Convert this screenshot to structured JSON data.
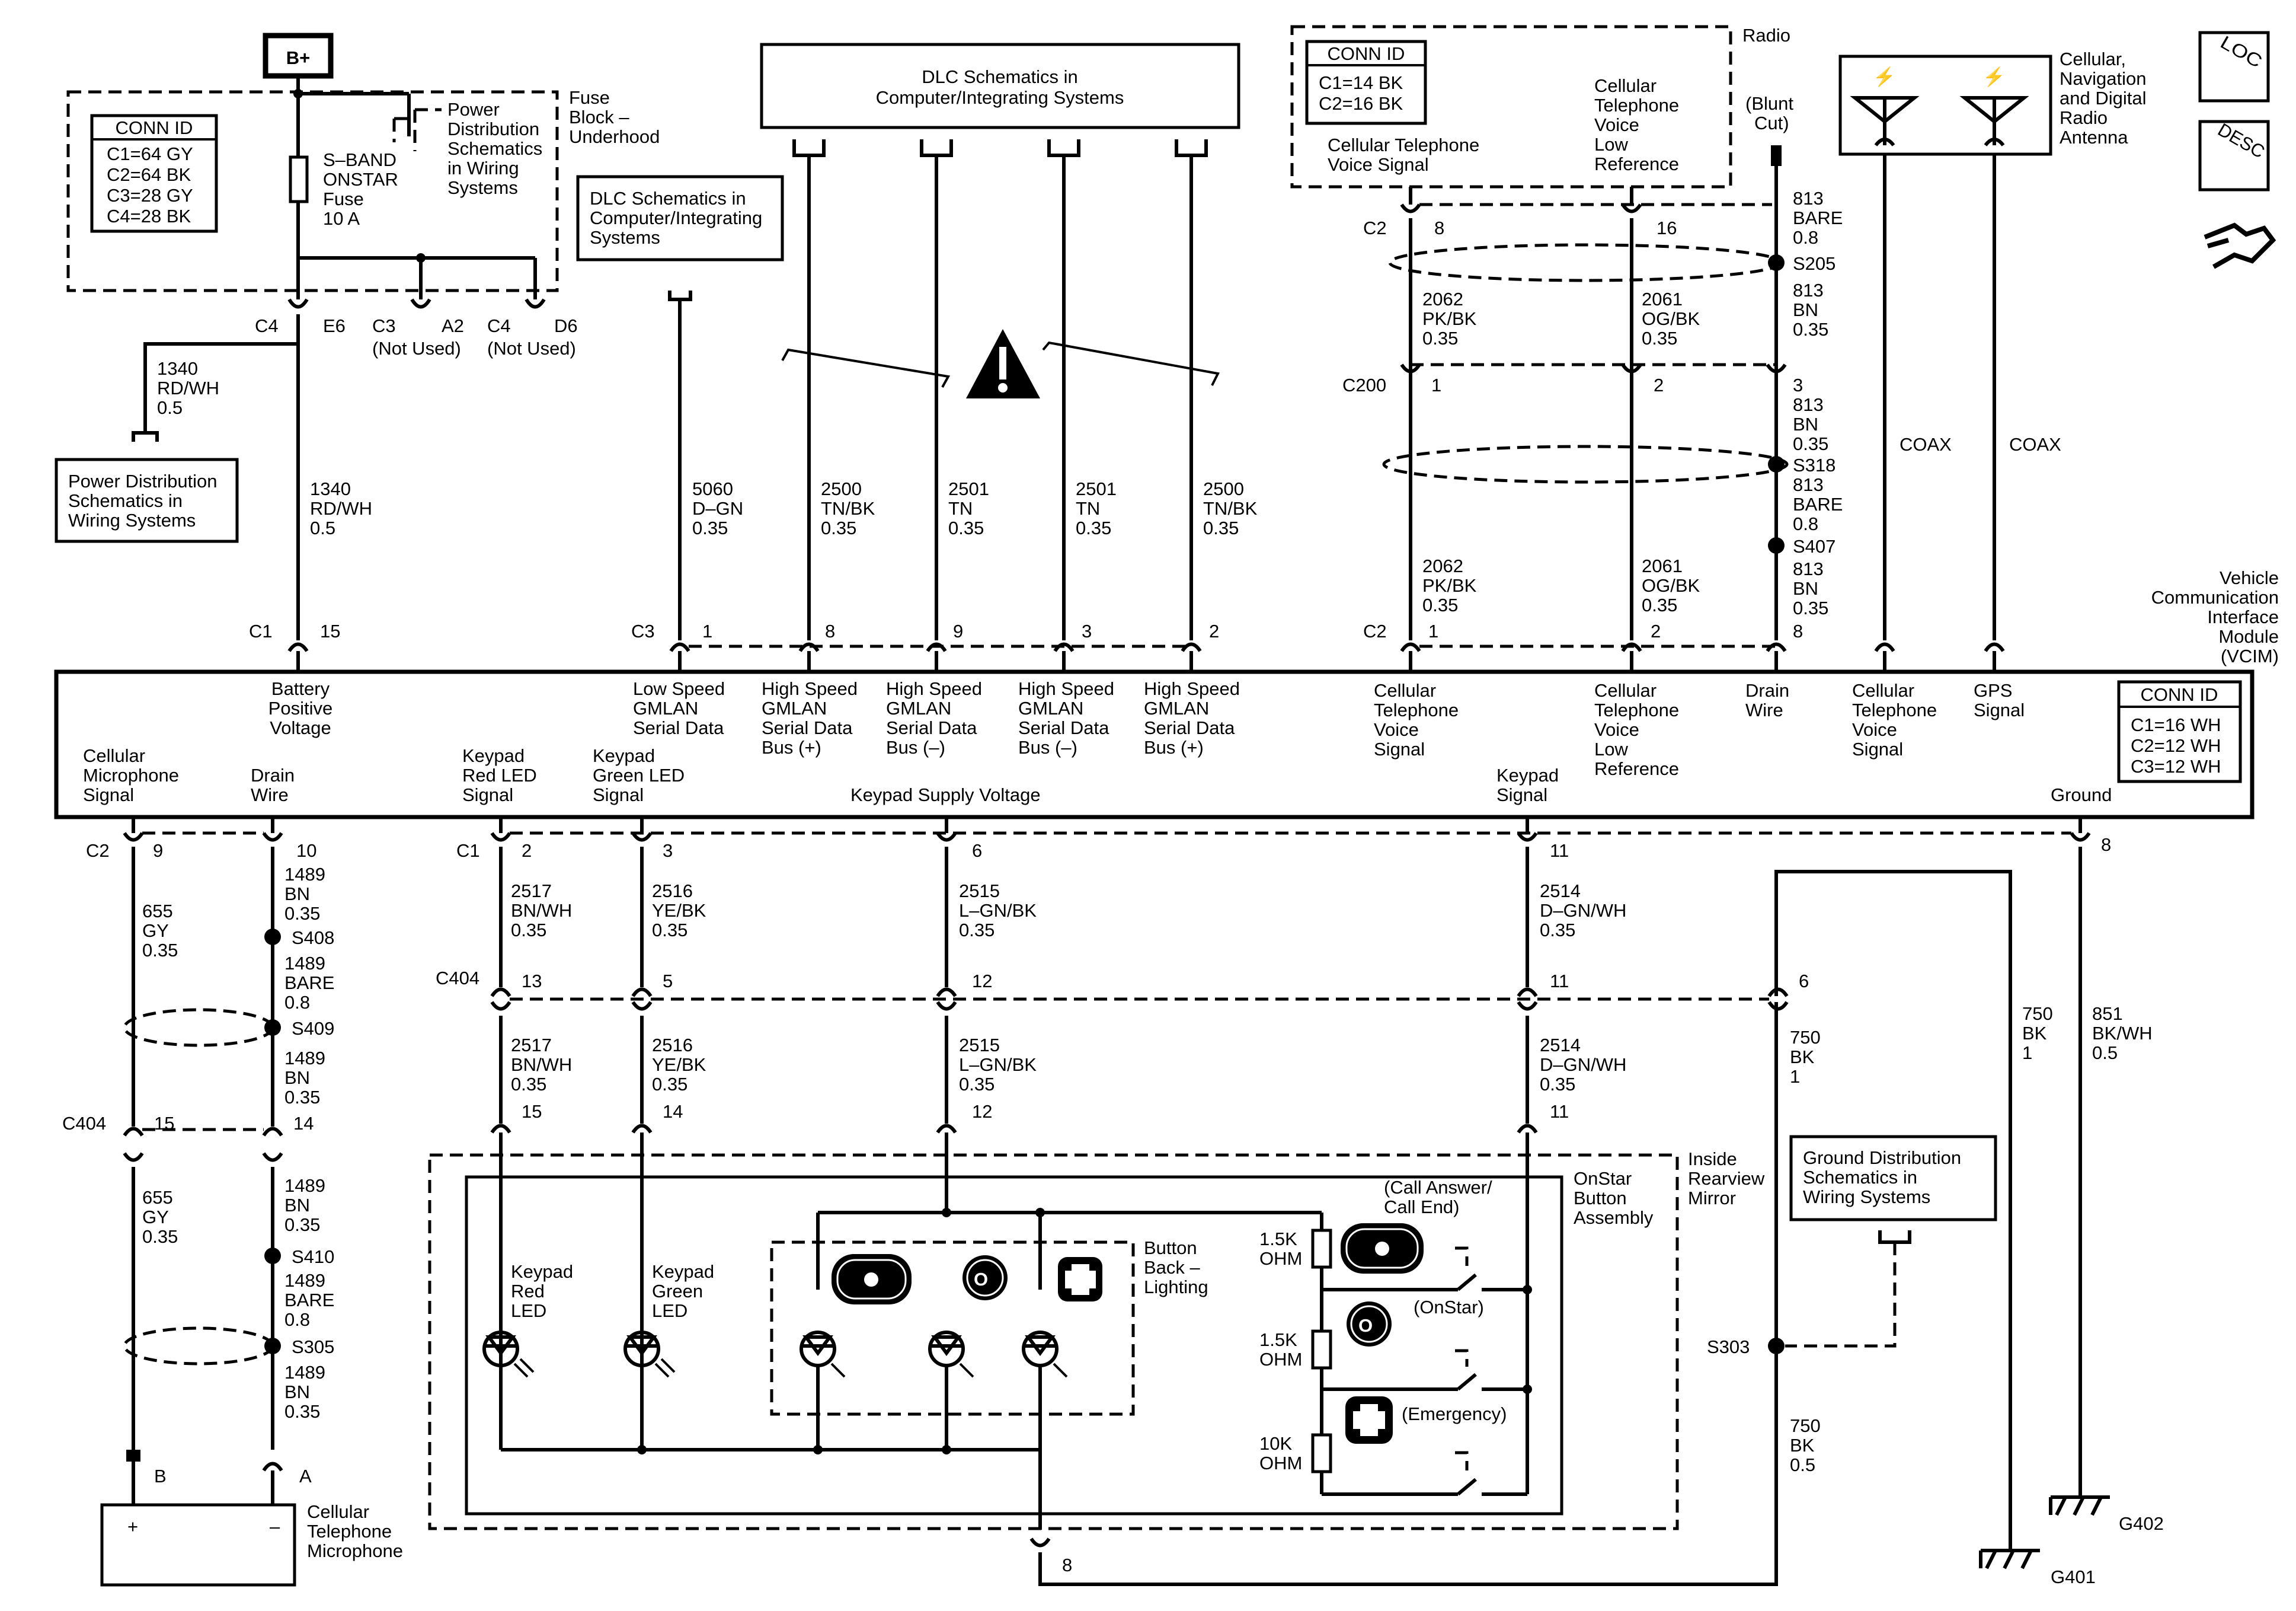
{
  "bplus": "B+",
  "fuse_block_conn": {
    "title": "CONN ID",
    "rows": [
      "C1=64 GY",
      "C2=64 BK",
      "C3=28 GY",
      "C4=28 BK"
    ]
  },
  "fuse": {
    "l1": "S–BAND",
    "l2": "ONSTAR",
    "l3": "Fuse",
    "l4": "10 A"
  },
  "power_dist_top": {
    "l1": "Power",
    "l2": "Distribution",
    "l3": "Schematics",
    "l4": "in Wiring",
    "l5": "Systems"
  },
  "fuse_block_label": {
    "l1": "Fuse",
    "l2": "Block –",
    "l3": "Underhood"
  },
  "fuse_pins": {
    "c4": "C4",
    "e6": "E6",
    "c3": "C3",
    "a2": "A2",
    "c4b": "C4",
    "d6": "D6",
    "nu1": "(Not Used)",
    "nu2": "(Not Used)"
  },
  "wire_1340_top": {
    "l1": "1340",
    "l2": "RD/WH",
    "l3": "0.5"
  },
  "wire_1340_main": {
    "l1": "1340",
    "l2": "RD/WH",
    "l3": "0.5"
  },
  "power_dist_left": {
    "l1": "Power Distribution",
    "l2": "Schematics in",
    "l3": "Wiring Systems"
  },
  "dlc_top": {
    "l1": "DLC Schematics in",
    "l2": "Computer/Integrating Systems"
  },
  "dlc_left": {
    "l1": "DLC Schematics in",
    "l2": "Computer/Integrating",
    "l3": "Systems"
  },
  "gmlan_wires": [
    {
      "l1": "5060",
      "l2": "D–GN",
      "l3": "0.35",
      "pin": "1"
    },
    {
      "l1": "2500",
      "l2": "TN/BK",
      "l3": "0.35",
      "pin": "8"
    },
    {
      "l1": "2501",
      "l2": "TN",
      "l3": "0.35",
      "pin": "9"
    },
    {
      "l1": "2501",
      "l2": "TN",
      "l3": "0.35",
      "pin": "3"
    },
    {
      "l1": "2500",
      "l2": "TN/BK",
      "l3": "0.35",
      "pin": "2"
    }
  ],
  "radio_conn": {
    "title": "CONN ID",
    "rows": [
      "C1=14 BK",
      "C2=16 BK"
    ]
  },
  "radio": {
    "label": "Radio",
    "cell_sig1": "Cellular Telephone",
    "cell_sig2": "Voice Signal",
    "cvl1": "Cellular",
    "cvl2": "Telephone",
    "cvl3": "Voice",
    "cvl4": "Low",
    "cvl5": "Reference",
    "blunt1": "(Blunt",
    "blunt2": "Cut)"
  },
  "radio_wires": {
    "c2": "C2",
    "p8": "8",
    "p16": "16",
    "c200": "C200",
    "p1": "1",
    "p2": "2",
    "p3": "3",
    "w2062a": {
      "l1": "2062",
      "l2": "PK/BK",
      "l3": "0.35"
    },
    "w2061a": {
      "l1": "2061",
      "l2": "OG/BK",
      "l3": "0.35"
    },
    "w2062b": {
      "l1": "2062",
      "l2": "PK/BK",
      "l3": "0.35"
    },
    "w2061b": {
      "l1": "2061",
      "l2": "OG/BK",
      "l3": "0.35"
    },
    "w813a": {
      "l1": "813",
      "l2": "BARE",
      "l3": "0.8"
    },
    "s205": "S205",
    "w813b": {
      "l1": "813",
      "l2": "BN",
      "l3": "0.35"
    },
    "w813c": {
      "l1": "813",
      "l2": "BN",
      "l3": "0.35"
    },
    "s318": "S318",
    "w813d": {
      "l1": "813",
      "l2": "BARE",
      "l3": "0.8"
    },
    "s407": "S407",
    "w813e": {
      "l1": "813",
      "l2": "BN",
      "l3": "0.35"
    }
  },
  "antenna": {
    "l1": "Cellular,",
    "l2": "Navigation",
    "l3": "and Digital",
    "l4": "Radio",
    "l5": "Antenna",
    "coax1": "COAX",
    "coax2": "COAX"
  },
  "loc": "LOC",
  "desc": "DESC",
  "vcim": {
    "l1": "Vehicle",
    "l2": "Communication",
    "l3": "Interface",
    "l4": "Module",
    "l5": "(VCIM)"
  },
  "vcim_conn": {
    "title": "CONN ID",
    "rows": [
      "C1=16 WH",
      "C2=12 WH",
      "C3=12 WH"
    ]
  },
  "vcim_top_pins": {
    "c1": "C1",
    "p15": "15",
    "c3": "C3",
    "p1": "1",
    "p8": "8",
    "p9": "9",
    "p3": "3",
    "p2": "2",
    "c2": "C2",
    "r1": "1",
    "r2": "2",
    "r8": "8"
  },
  "vcim_top_labels": [
    {
      "l1": "Battery",
      "l2": "Positive",
      "l3": "Voltage"
    },
    {
      "l1": "Low Speed",
      "l2": "GMLAN",
      "l3": "Serial Data"
    },
    {
      "l1": "High Speed",
      "l2": "GMLAN",
      "l3": "Serial Data",
      "l4": "Bus (+)"
    },
    {
      "l1": "High Speed",
      "l2": "GMLAN",
      "l3": "Serial Data",
      "l4": "Bus (–)"
    },
    {
      "l1": "High Speed",
      "l2": "GMLAN",
      "l3": "Serial Data",
      "l4": "Bus (–)"
    },
    {
      "l1": "High Speed",
      "l2": "GMLAN",
      "l3": "Serial Data",
      "l4": "Bus (+)"
    },
    {
      "l1": "Cellular",
      "l2": "Telephone",
      "l3": "Voice",
      "l4": "Signal"
    },
    {
      "l1": "Cellular",
      "l2": "Telephone",
      "l3": "Voice",
      "l4": "Low",
      "l5": "Reference"
    },
    {
      "l1": "Drain",
      "l2": "Wire"
    },
    {
      "l1": "Cellular",
      "l2": "Telephone",
      "l3": "Voice",
      "l4": "Signal"
    },
    {
      "l1": "GPS",
      "l2": "Signal"
    }
  ],
  "vcim_bottom_labels": [
    {
      "l1": "Cellular",
      "l2": "Microphone",
      "l3": "Signal"
    },
    {
      "l1": "Drain",
      "l2": "Wire"
    },
    {
      "l1": "Keypad",
      "l2": "Red LED",
      "l3": "Signal"
    },
    {
      "l1": "Keypad",
      "l2": "Green LED",
      "l3": "Signal"
    },
    {
      "l1": "Keypad Supply Voltage"
    },
    {
      "l1": "Keypad",
      "l2": "Signal"
    },
    {
      "l1": "Ground"
    }
  ],
  "bottom_pins": {
    "c2": "C2",
    "p9": "9",
    "p10": "10",
    "c1": "C1",
    "p2": "2",
    "p3": "3",
    "p6": "6",
    "p11": "11",
    "p8": "8",
    "c404": "C404",
    "p13": "13",
    "p5": "5",
    "p12": "12",
    "p11b": "11",
    "p6b": "6",
    "c404b": "C404",
    "p15": "15",
    "p14": "14",
    "p15b": "15",
    "p14b": "14",
    "p12b": "12",
    "p11c": "11",
    "b": "B",
    "a": "A",
    "p8b": "8"
  },
  "mic_wires": {
    "w655a": {
      "l1": "655",
      "l2": "GY",
      "l3": "0.35"
    },
    "w655b": {
      "l1": "655",
      "l2": "GY",
      "l3": "0.35"
    },
    "w1489a": {
      "l1": "1489",
      "l2": "BN",
      "l3": "0.35"
    },
    "s408": "S408",
    "w1489b": {
      "l1": "1489",
      "l2": "BARE",
      "l3": "0.8"
    },
    "s409": "S409",
    "w1489c": {
      "l1": "1489",
      "l2": "BN",
      "l3": "0.35"
    },
    "w1489d": {
      "l1": "1489",
      "l2": "BN",
      "l3": "0.35"
    },
    "s410": "S410",
    "w1489e": {
      "l1": "1489",
      "l2": "BARE",
      "l3": "0.8"
    },
    "s305": "S305",
    "w1489f": {
      "l1": "1489",
      "l2": "BN",
      "l3": "0.35"
    }
  },
  "mic": {
    "l1": "Cellular",
    "l2": "Telephone",
    "l3": "Microphone",
    "plus": "+",
    "minus": "–"
  },
  "keypad_wires_a": [
    {
      "l1": "2517",
      "l2": "BN/WH",
      "l3": "0.35"
    },
    {
      "l1": "2516",
      "l2": "YE/BK",
      "l3": "0.35"
    },
    {
      "l1": "2515",
      "l2": "L–GN/BK",
      "l3": "0.35"
    },
    {
      "l1": "2514",
      "l2": "D–GN/WH",
      "l3": "0.35"
    }
  ],
  "keypad_wires_b": [
    {
      "l1": "2517",
      "l2": "BN/WH",
      "l3": "0.35"
    },
    {
      "l1": "2516",
      "l2": "YE/BK",
      "l3": "0.35"
    },
    {
      "l1": "2515",
      "l2": "L–GN/BK",
      "l3": "0.35"
    },
    {
      "l1": "2514",
      "l2": "D–GN/WH",
      "l3": "0.35"
    }
  ],
  "mirror": {
    "l1": "Inside",
    "l2": "Rearview",
    "l3": "Mirror",
    "onstar1": "OnStar",
    "onstar2": "Button",
    "onstar3": "Assembly"
  },
  "leds": {
    "red1": "Keypad",
    "red2": "Red",
    "red3": "LED",
    "green1": "Keypad",
    "green2": "Green",
    "green3": "LED",
    "back1": "Button",
    "back2": "Back –",
    "back3": "Lighting"
  },
  "buttons": {
    "call1": "(Call Answer/",
    "call2": "Call End)",
    "onstar": "(OnStar)",
    "emerg": "(Emergency)",
    "r1a": "1.5K",
    "r1b": "OHM",
    "r2a": "1.5K",
    "r2b": "OHM",
    "r3a": "10K",
    "r3b": "OHM"
  },
  "ground": {
    "w750a": {
      "l1": "750",
      "l2": "BK",
      "l3": "1"
    },
    "w750b": {
      "l1": "750",
      "l2": "BK",
      "l3": "1"
    },
    "w851": {
      "l1": "851",
      "l2": "BK/WH",
      "l3": "0.5"
    },
    "w750c": {
      "l1": "750",
      "l2": "BK",
      "l3": "0.5"
    },
    "s303": "S303",
    "g402": "G402",
    "g401": "G401",
    "gd1": "Ground Distribution",
    "gd2": "Schematics in",
    "gd3": "Wiring Systems"
  }
}
